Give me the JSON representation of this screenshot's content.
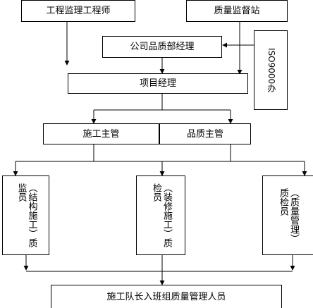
{
  "nodes": {
    "engineer": "工程监理工程师",
    "quality_station": "质量监督站",
    "dept_manager": "公司品质部经理",
    "iso": "ISO9000办",
    "project_manager": "项目经理",
    "construction_supervisor": "施工主管",
    "quality_supervisor": "品质主管",
    "inspector_left": [
      "（结构施工）质",
      "监员"
    ],
    "inspector_middle": [
      "（装修施工）质",
      "检员"
    ],
    "inspector_right": [
      "（质量管理）",
      "质检员"
    ],
    "team_leader": "施工队长入班组质量管理人员"
  }
}
